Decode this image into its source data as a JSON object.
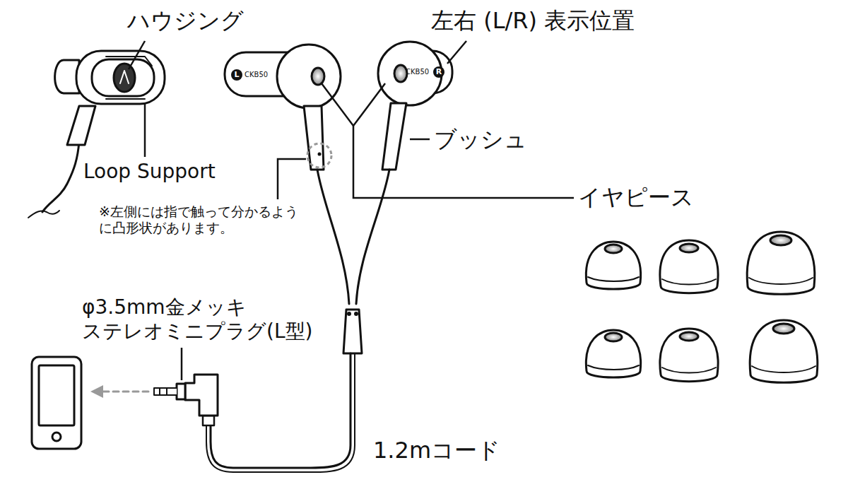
{
  "diagram": {
    "labels": [
      "ハウジング",
      "左右 (L/R) 表示位置",
      "Loop Support",
      "ブッシュ",
      "※左側には指で触って分かるように凸形状があります。",
      "イヤピース",
      "φ3.5mm金メッキ ステレオミニプラグ(L型)",
      "1.2mコード",
      "L",
      "CKB50",
      "CKB50",
      "R"
    ]
  }
}
